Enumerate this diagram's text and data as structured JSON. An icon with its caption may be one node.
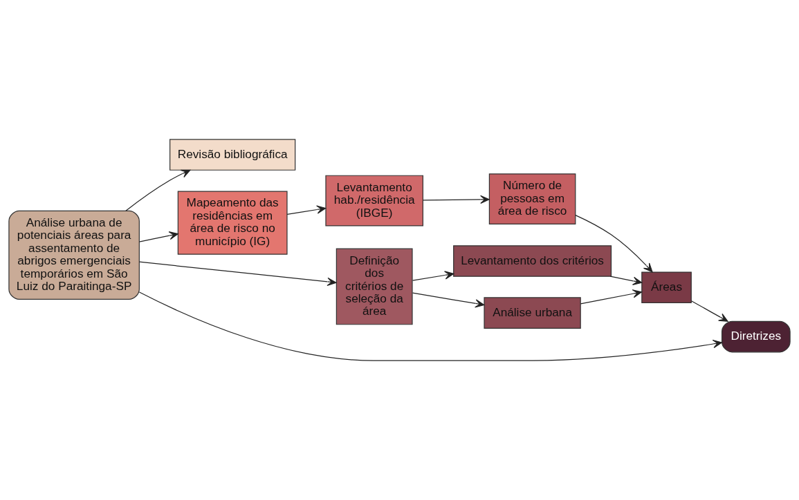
{
  "diagram": {
    "nodes": [
      {
        "text": [
          "Análise urbana de potenciais áreas para assentamento de abrigos emergenciais temporários em São Luiz do Paraitinga-SP"
        ]
      },
      {
        "text": [
          "Revisão bibliográfica"
        ]
      },
      {
        "text": [
          "Mapeamento das residências em área de risco no município (IG)"
        ]
      },
      {
        "text": [
          "Levantamento hab./residência (IBGE)"
        ]
      },
      {
        "text": [
          "Número de pessoas em área de risco"
        ]
      },
      {
        "text": [
          "Definição dos critérios de seleção da área"
        ]
      },
      {
        "text": [
          "Levantamento dos critérios"
        ]
      },
      {
        "text": [
          "Análise urbana"
        ]
      },
      {
        "text": [
          "Áreas"
        ]
      },
      {
        "text": [
          "Diretrizes"
        ]
      }
    ],
    "edges": [
      {
        "from": 0,
        "to": 1,
        "arrow": "to"
      },
      {
        "from": 0,
        "to": 2,
        "arrow": "to"
      },
      {
        "from": 0,
        "to": 5,
        "arrow": "to"
      },
      {
        "from": 0,
        "to": 9,
        "arrow": "to"
      },
      {
        "from": 2,
        "to": 3,
        "arrow": "to"
      },
      {
        "from": 3,
        "to": 4,
        "arrow": "to"
      },
      {
        "from": 4,
        "to": 8,
        "arrow": "to"
      },
      {
        "from": 5,
        "to": 6,
        "arrow": "to"
      },
      {
        "from": 5,
        "to": 7,
        "arrow": "to"
      },
      {
        "from": 6,
        "to": 8,
        "arrow": "to"
      },
      {
        "from": 7,
        "to": 8,
        "arrow": "to"
      },
      {
        "from": 8,
        "to": 9,
        "arrow": "to"
      }
    ]
  }
}
